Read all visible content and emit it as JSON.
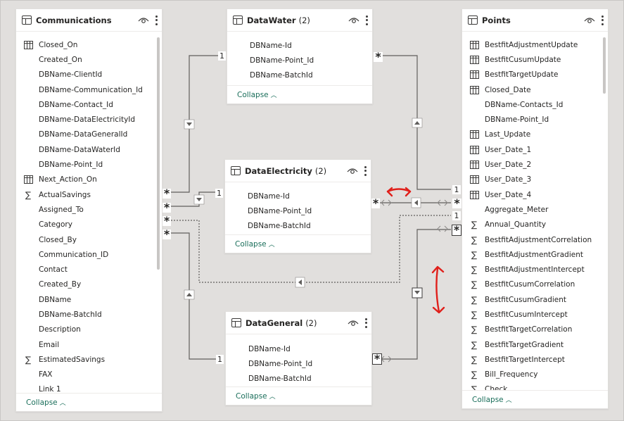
{
  "tables": {
    "communications": {
      "title": "Communications",
      "collapse": "Collapse",
      "fields": [
        {
          "name": "Closed_On",
          "icon": "calendar-icon"
        },
        {
          "name": "Created_On",
          "icon": "none"
        },
        {
          "name": "DBName-ClientId",
          "icon": "none"
        },
        {
          "name": "DBName-Communication_Id",
          "icon": "none"
        },
        {
          "name": "DBName-Contact_Id",
          "icon": "none"
        },
        {
          "name": "DBName-DataElectricityId",
          "icon": "none"
        },
        {
          "name": "DBName-DataGeneralId",
          "icon": "none"
        },
        {
          "name": "DBName-DataWaterId",
          "icon": "none"
        },
        {
          "name": "DBName-Point_Id",
          "icon": "none"
        },
        {
          "name": "Next_Action_On",
          "icon": "calendar-icon"
        },
        {
          "name": "ActualSavings",
          "icon": "sigma-icon"
        },
        {
          "name": "Assigned_To",
          "icon": "none"
        },
        {
          "name": "Category",
          "icon": "none"
        },
        {
          "name": "Closed_By",
          "icon": "none"
        },
        {
          "name": "Communication_ID",
          "icon": "none"
        },
        {
          "name": "Contact",
          "icon": "none"
        },
        {
          "name": "Created_By",
          "icon": "none"
        },
        {
          "name": "DBName",
          "icon": "none"
        },
        {
          "name": "DBName-BatchId",
          "icon": "none"
        },
        {
          "name": "Description",
          "icon": "none"
        },
        {
          "name": "Email",
          "icon": "none"
        },
        {
          "name": "EstimatedSavings",
          "icon": "sigma-icon"
        },
        {
          "name": "FAX",
          "icon": "none"
        },
        {
          "name": "Link 1",
          "icon": "none"
        }
      ]
    },
    "datawater": {
      "title": "DataWater",
      "count": "(2)",
      "collapse": "Collapse",
      "fields": [
        {
          "name": "DBName-Id",
          "icon": "none"
        },
        {
          "name": "DBName-Point_Id",
          "icon": "none"
        },
        {
          "name": "DBName-BatchId",
          "icon": "none"
        }
      ]
    },
    "dataelectricity": {
      "title": "DataElectricity",
      "count": "(2)",
      "collapse": "Collapse",
      "fields": [
        {
          "name": "DBName-Id",
          "icon": "none"
        },
        {
          "name": "DBName-Point_Id",
          "icon": "none"
        },
        {
          "name": "DBName-BatchId",
          "icon": "none"
        }
      ]
    },
    "datageneral": {
      "title": "DataGeneral",
      "count": "(2)",
      "collapse": "Collapse",
      "fields": [
        {
          "name": "DBName-Id",
          "icon": "none"
        },
        {
          "name": "DBName-Point_Id",
          "icon": "none"
        },
        {
          "name": "DBName-BatchId",
          "icon": "none"
        }
      ]
    },
    "points": {
      "title": "Points",
      "collapse": "Collapse",
      "fields": [
        {
          "name": "BestfitAdjustmentUpdate",
          "icon": "calendar-icon"
        },
        {
          "name": "BestfitCusumUpdate",
          "icon": "calendar-icon"
        },
        {
          "name": "BestfitTargetUpdate",
          "icon": "calendar-icon"
        },
        {
          "name": "Closed_Date",
          "icon": "calendar-icon"
        },
        {
          "name": "DBName-Contacts_Id",
          "icon": "none"
        },
        {
          "name": "DBName-Point_Id",
          "icon": "none"
        },
        {
          "name": "Last_Update",
          "icon": "calendar-icon"
        },
        {
          "name": "User_Date_1",
          "icon": "calendar-icon"
        },
        {
          "name": "User_Date_2",
          "icon": "calendar-icon"
        },
        {
          "name": "User_Date_3",
          "icon": "calendar-icon"
        },
        {
          "name": "User_Date_4",
          "icon": "calendar-icon"
        },
        {
          "name": "Aggregate_Meter",
          "icon": "none"
        },
        {
          "name": "Annual_Quantity",
          "icon": "sigma-icon"
        },
        {
          "name": "BestfitAdjustmentCorrelation",
          "icon": "sigma-icon"
        },
        {
          "name": "BestfitAdjustmentGradient",
          "icon": "sigma-icon"
        },
        {
          "name": "BestfitAdjustmentIntercept",
          "icon": "sigma-icon"
        },
        {
          "name": "BestfitCusumCorrelation",
          "icon": "sigma-icon"
        },
        {
          "name": "BestfitCusumGradient",
          "icon": "sigma-icon"
        },
        {
          "name": "BestfitCusumIntercept",
          "icon": "sigma-icon"
        },
        {
          "name": "BestfitTargetCorrelation",
          "icon": "sigma-icon"
        },
        {
          "name": "BestfitTargetGradient",
          "icon": "sigma-icon"
        },
        {
          "name": "BestfitTargetIntercept",
          "icon": "sigma-icon"
        },
        {
          "name": "Bill_Frequency",
          "icon": "sigma-icon"
        },
        {
          "name": "Check",
          "icon": "sigma-icon"
        }
      ]
    }
  },
  "cardinality": {
    "one": "1",
    "many": "*"
  },
  "colors": {
    "canvas": "#e1dfdd",
    "line": "#605e5c",
    "annotation": "#e0201b",
    "collapse_link": "#1a6e5a"
  }
}
